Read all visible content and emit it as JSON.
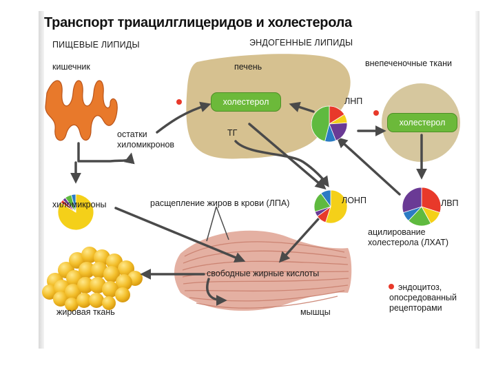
{
  "title": "Транспорт триацилглицеридов и холестерола",
  "headers": {
    "dietary": "ПИЩЕВЫЕ ЛИПИДЫ",
    "endogenous": "ЭНДОГЕННЫЕ ЛИПИДЫ"
  },
  "labels": {
    "intestine": "кишечник",
    "liver": "печень",
    "extrahepatic": "внепеченочные ткани",
    "cholesterol_liver": "холестерол",
    "cholesterol_tissue": "холестерол",
    "tg": "ТГ",
    "remnants_line1": "остатки",
    "remnants_line2": "хиломикронов",
    "ldl": "ЛНП",
    "vldl": "ЛОНП",
    "hdl": "ЛВП",
    "chylomicrons": "хиломикроны",
    "lipolysis": "расщепление жиров в крови (ЛПА)",
    "free_fatty_acids": "свободные жирные кислоты",
    "acylation_line1": "ацилирование",
    "acylation_line2": "холестерола (ЛХАТ)",
    "adipose": "жировая ткань",
    "muscles": "мышцы"
  },
  "legend": {
    "line1": "эндоцитоз,",
    "line2": "опосредованный",
    "line3": "рецепторами"
  },
  "colors": {
    "intestine": "#e8792b",
    "liver": "#d6c190",
    "tissue": "#d6c79e",
    "green_box": "#6cb93a",
    "arrow": "#4a4a4a",
    "receptor_dot": "#e8392a",
    "muscle": "#e4b0a2",
    "fat": "#f2bf2e"
  },
  "pies": {
    "chylomicrons": [
      {
        "color": "#f4d019",
        "value": 0.84
      },
      {
        "color": "#e8392a",
        "value": 0.03
      },
      {
        "color": "#6a3a95",
        "value": 0.03
      },
      {
        "color": "#5fba3f",
        "value": 0.06
      },
      {
        "color": "#2b7bc4",
        "value": 0.04
      }
    ],
    "vldl": [
      {
        "color": "#f4d019",
        "value": 0.55
      },
      {
        "color": "#e8392a",
        "value": 0.1
      },
      {
        "color": "#6a3a95",
        "value": 0.05
      },
      {
        "color": "#5fba3f",
        "value": 0.2
      },
      {
        "color": "#2b7bc4",
        "value": 0.1
      }
    ],
    "ldl": [
      {
        "color": "#e8392a",
        "value": 0.16
      },
      {
        "color": "#f4d019",
        "value": 0.08
      },
      {
        "color": "#6a3a95",
        "value": 0.2
      },
      {
        "color": "#2b7bc4",
        "value": 0.1
      },
      {
        "color": "#5fba3f",
        "value": 0.46
      }
    ],
    "hdl": [
      {
        "color": "#e8392a",
        "value": 0.3
      },
      {
        "color": "#f4d019",
        "value": 0.12
      },
      {
        "color": "#5fba3f",
        "value": 0.2
      },
      {
        "color": "#2b7bc4",
        "value": 0.08
      },
      {
        "color": "#6a3a95",
        "value": 0.3
      }
    ]
  }
}
